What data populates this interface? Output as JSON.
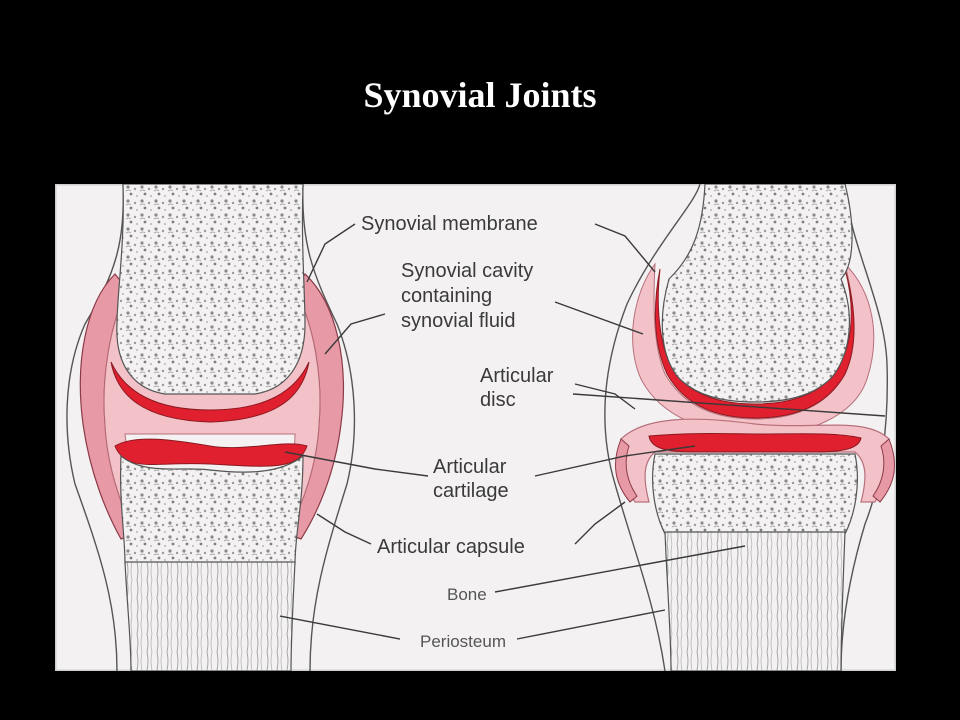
{
  "slide": {
    "title": "Synovial Joints"
  },
  "diagram": {
    "labels": {
      "synovial_membrane": "Synovial membrane",
      "synovial_cavity_1": "Synovial cavity",
      "synovial_cavity_2": "containing",
      "synovial_cavity_3": "synovial fluid",
      "articular_disc_1": "Articular",
      "articular_disc_2": "disc",
      "articular_cartilage_1": "Articular",
      "articular_cartilage_2": "cartilage",
      "articular_capsule": "Articular capsule",
      "bone": "Bone",
      "periosteum": "Periosteum"
    },
    "colors": {
      "background": "#000000",
      "panel": "#f3f1f2",
      "cartilage": "#e0202e",
      "synovial_fluid": "#f3c2c8",
      "capsule": "#e79aa6",
      "bone_texture": "#8a8a8a"
    }
  }
}
